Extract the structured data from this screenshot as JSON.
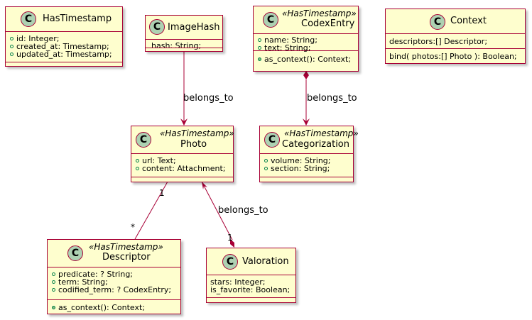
{
  "colors": {
    "class_fill": "#FEFECE",
    "class_border": "#A80036",
    "badge_fill": "#ADD1B2",
    "arrow": "#A80036",
    "public_attribute": "#038048",
    "public_method": "#84BE84"
  },
  "classes": {
    "has_timestamp": {
      "badge": "C",
      "name": "HasTimestamp",
      "attributes": [
        "id: Integer;",
        "created_at: Timestamp;",
        "updated_at: Timestamp;"
      ],
      "methods": []
    },
    "image_hash": {
      "badge": "C",
      "name": "ImageHash",
      "attributes": [
        "hash: String;"
      ],
      "methods": []
    },
    "codex_entry": {
      "badge": "C",
      "stereotype": "«HasTimestamp»",
      "name": "CodexEntry",
      "attributes": [
        "name: String;",
        "text: String;"
      ],
      "methods": [
        "as_context(): Context;"
      ]
    },
    "context": {
      "badge": "C",
      "name": "Context",
      "attributes": [
        "descriptors:[] Descriptor;"
      ],
      "methods": [
        "bind( photos:[] Photo ): Boolean;"
      ]
    },
    "photo": {
      "badge": "C",
      "stereotype": "«HasTimestamp»",
      "name": "Photo",
      "attributes": [
        "url: Text;",
        "content: Attachment;"
      ],
      "methods": []
    },
    "categorization": {
      "badge": "C",
      "stereotype": "«HasTimestamp»",
      "name": "Categorization",
      "attributes": [
        "volume: String;",
        "section: String;"
      ],
      "methods": []
    },
    "descriptor": {
      "badge": "C",
      "stereotype": "«HasTimestamp»",
      "name": "Descriptor",
      "attributes": [
        "predicate: ? String;",
        "term: String;",
        "codified_term: ? CodexEntry;"
      ],
      "methods": [
        "as_context(): Context;"
      ]
    },
    "valoration": {
      "badge": "C",
      "name": "Valoration",
      "attributes": [
        "stars: Integer;",
        "is_favorite: Boolean;"
      ],
      "methods": []
    }
  },
  "relations": {
    "imagehash_photo": {
      "label": "belongs_to"
    },
    "codex_categorization": {
      "label": "belongs_to"
    },
    "photo_descriptor": {
      "from_multiplicity": "1",
      "to_multiplicity": "*"
    },
    "photo_valoration": {
      "label": "belongs_to",
      "to_multiplicity": "1"
    }
  }
}
